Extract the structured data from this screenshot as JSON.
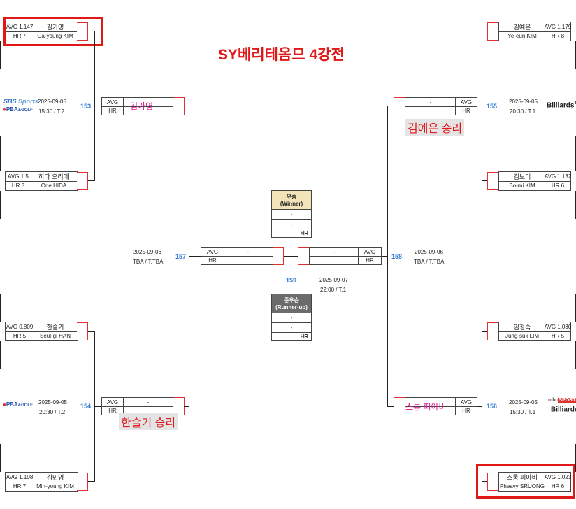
{
  "title": "SY베리테옴므 4강전",
  "players": {
    "kim_gayoung": {
      "avg": "AVG 1.147",
      "hr": "HR 7",
      "kr": "김가영",
      "en": "Ga-young KIM"
    },
    "hida": {
      "avg": "AVG 1.5",
      "hr": "HR 8",
      "kr": "히다 오리에",
      "en": "Orie HIDA"
    },
    "han": {
      "avg": "AVG 0.809",
      "hr": "HR 5",
      "kr": "한슬기",
      "en": "Seul-gi HAN"
    },
    "kim_minyoung": {
      "avg": "AVG 1.108",
      "hr": "HR 7",
      "kr": "김민영",
      "en": "Min-young KIM"
    },
    "kim_yeeun": {
      "avg": "AVG 1.179",
      "hr": "HR 8",
      "kr": "김예은",
      "en": "Ye-eun KIM"
    },
    "kim_bomi": {
      "avg": "AVG 1.132",
      "hr": "HR 6",
      "kr": "김보미",
      "en": "Bo-mi KIM"
    },
    "lim": {
      "avg": "AVG 1.030",
      "hr": "HR 5",
      "kr": "임정숙",
      "en": "Jung-suk LIM"
    },
    "sruong": {
      "avg": "AVG 1.023",
      "hr": "HR 6",
      "kr": "스롱 피아비",
      "en": "Pheavy SRUONG"
    }
  },
  "matches": {
    "m153": {
      "num": "153",
      "date": "2025-09-05",
      "time": "15:30 / T.2",
      "broadcaster": "SBS Sports · PBA&GOLF"
    },
    "m154": {
      "num": "154",
      "date": "2025-09-05",
      "time": "20:30 / T.2",
      "broadcaster": "PBA&GOLF"
    },
    "m155": {
      "num": "155",
      "date": "2025-09-05",
      "time": "20:30 / T.1",
      "broadcaster": "Billiards TV"
    },
    "m156": {
      "num": "156",
      "date": "2025-09-05",
      "time": "15:30 / T.1",
      "broadcaster": "MBC SPORTS+ · Billiards TV"
    },
    "m157": {
      "num": "157",
      "date": "2025-09-06",
      "time": "TBA / T.TBA"
    },
    "m158": {
      "num": "158",
      "date": "2025-09-06",
      "time": "TBA / T.TBA"
    },
    "m159": {
      "num": "159",
      "date": "2025-09-07",
      "time": "22:00 / T.1"
    }
  },
  "labels": {
    "avg": "AVG",
    "hr": "HR",
    "dash": "-"
  },
  "annotations": {
    "kim_gayoung_name": "김가영",
    "kim_yeeun_win": "김예은 승리",
    "han_win": "한슬기 승리",
    "sruong_name": "스롱 피아비"
  },
  "winner": {
    "title": "우승",
    "sub": "(Winner)",
    "l1": "-",
    "l2": "-",
    "hr": "HR"
  },
  "runnerup": {
    "title": "준우승",
    "sub": "(Runner-up)",
    "l1": "-",
    "l2": "-",
    "hr": "HR"
  },
  "colors": {
    "red": "#e01818",
    "pink": "#e0148c",
    "blue": "#2e7bd6",
    "gold": "#f3e3b8",
    "grey": "#6b6b6b"
  }
}
